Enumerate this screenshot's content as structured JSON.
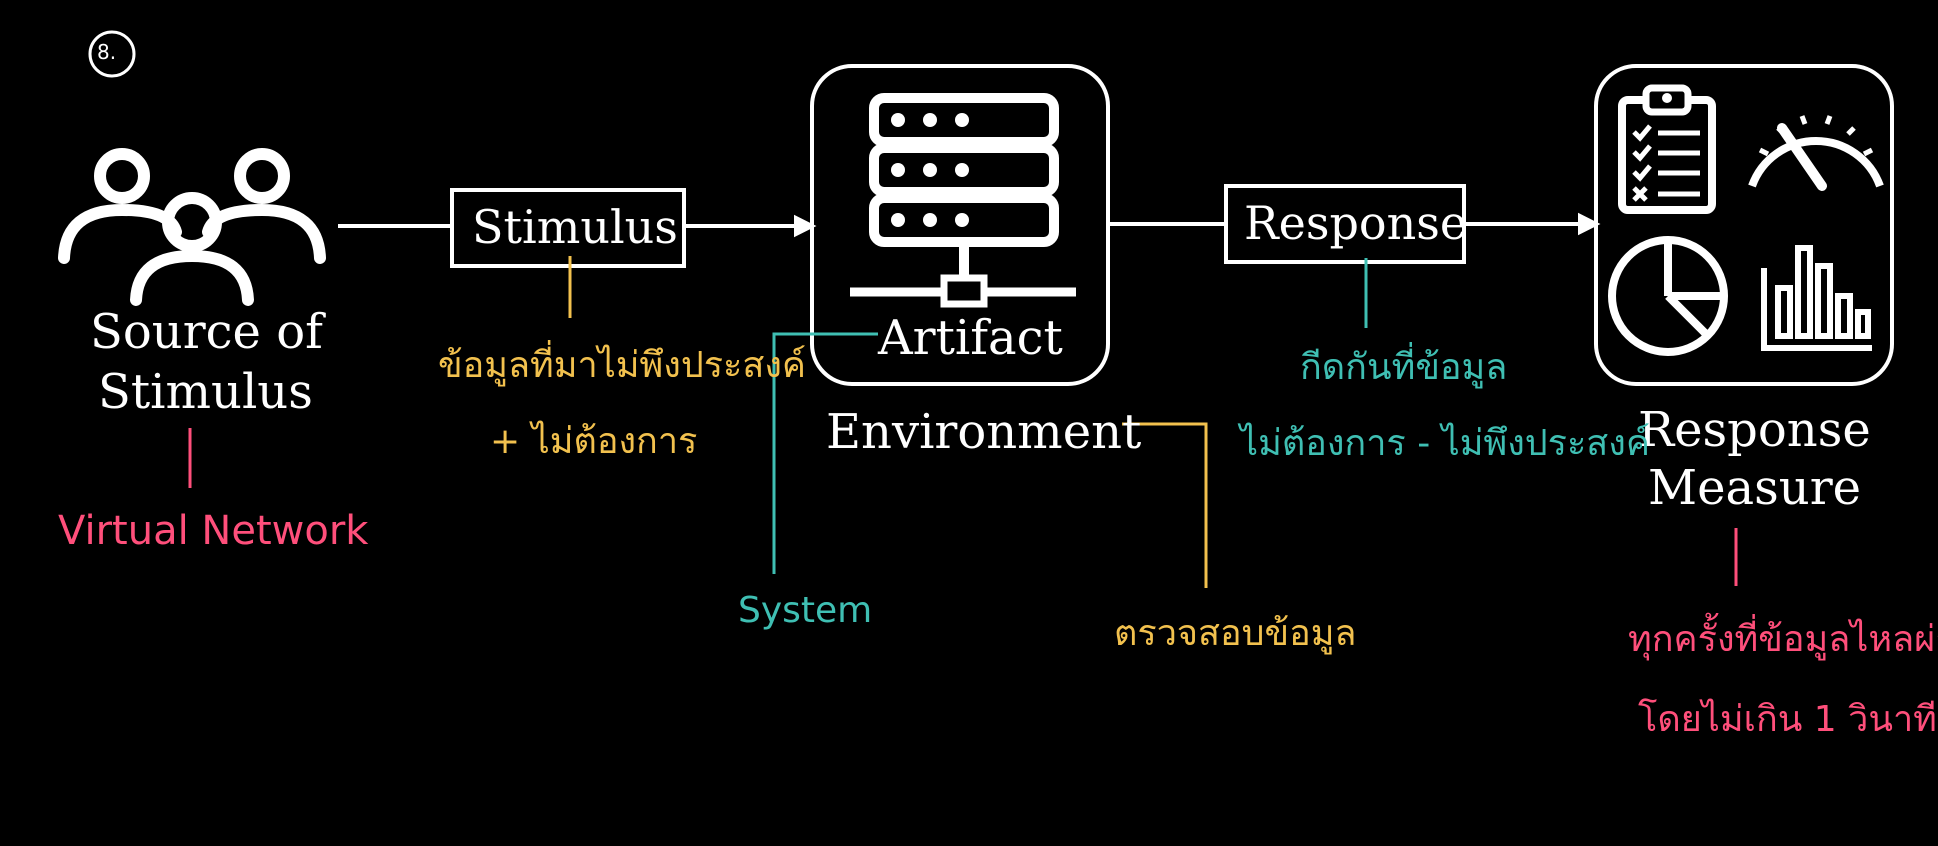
{
  "step_number": "8.",
  "colors": {
    "background": "#000000",
    "foreground": "#ffffff",
    "annotation_yellow": "#f2c14e",
    "annotation_teal": "#3fbfb3",
    "annotation_pink": "#ff4f7b"
  },
  "nodes": {
    "source": {
      "label_line1": "Source of",
      "label_line2": "Stimulus",
      "icon": "people-icon"
    },
    "stimulus": {
      "label": "Stimulus"
    },
    "artifact": {
      "label": "Artifact",
      "icon": "server-network-icon"
    },
    "environment": {
      "label": "Environment"
    },
    "response": {
      "label": "Response"
    },
    "response_measure": {
      "label_line1": "Response",
      "label_line2": "Measure",
      "icons": [
        "clipboard-checklist-icon",
        "gauge-icon",
        "pie-chart-icon",
        "bar-chart-icon"
      ]
    }
  },
  "annotations": {
    "source": "Virtual Network",
    "stimulus_line1": "ข้อมูลที่มาไม่พึงประสงค์",
    "stimulus_line2": "+ ไม่ต้องการ",
    "artifact": "System",
    "environment": "ตรวจสอบข้อมูล",
    "response_line1": "กีดกันที่ข้อมูล",
    "response_line2": "ไม่ต้องการ - ไม่พึงประสงค์",
    "measure_line1": "ทุกครั้งที่ข้อมูลไหลผ่าน",
    "measure_line2": "โดยไม่เกิน 1 วินาที"
  }
}
